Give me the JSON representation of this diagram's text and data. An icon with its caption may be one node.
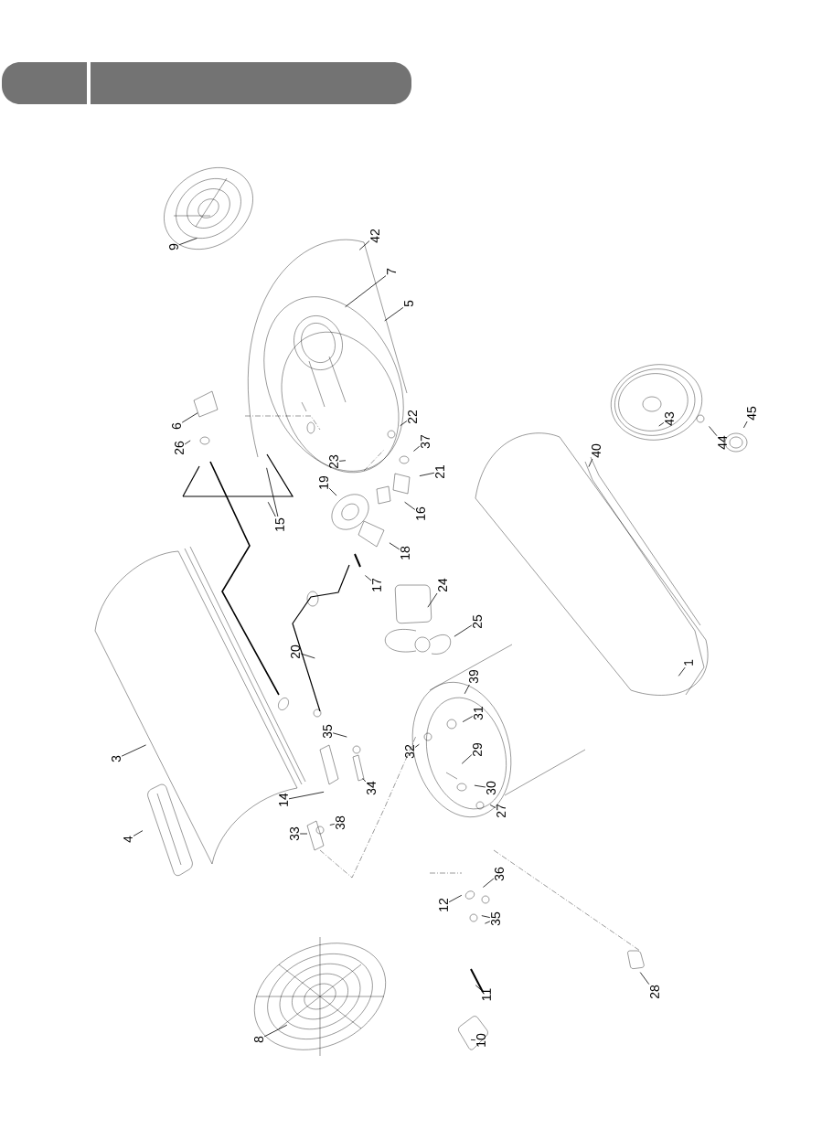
{
  "diagram": {
    "nodes": [
      {
        "text": [
          "9"
        ]
      },
      {
        "text": [
          "42"
        ]
      },
      {
        "text": [
          "7"
        ]
      },
      {
        "text": [
          "5"
        ]
      },
      {
        "text": [
          "6"
        ]
      },
      {
        "text": [
          "26"
        ]
      },
      {
        "text": [
          "23"
        ]
      },
      {
        "text": [
          "22"
        ]
      },
      {
        "text": [
          "37"
        ]
      },
      {
        "text": [
          "21"
        ]
      },
      {
        "text": [
          "19"
        ]
      },
      {
        "text": [
          "15"
        ]
      },
      {
        "text": [
          "16"
        ]
      },
      {
        "text": [
          "43"
        ]
      },
      {
        "text": [
          "44"
        ]
      },
      {
        "text": [
          "45"
        ]
      },
      {
        "text": [
          "40"
        ]
      },
      {
        "text": [
          "18"
        ]
      },
      {
        "text": [
          "17"
        ]
      },
      {
        "text": [
          "24"
        ]
      },
      {
        "text": [
          "25"
        ]
      },
      {
        "text": [
          "20"
        ]
      },
      {
        "text": [
          "39"
        ]
      },
      {
        "text": [
          "31"
        ]
      },
      {
        "text": [
          "3"
        ]
      },
      {
        "text": [
          "35"
        ]
      },
      {
        "text": [
          "29"
        ]
      },
      {
        "text": [
          "32"
        ]
      },
      {
        "text": [
          "14"
        ]
      },
      {
        "text": [
          "34"
        ]
      },
      {
        "text": [
          "30"
        ]
      },
      {
        "text": [
          "27"
        ]
      },
      {
        "text": [
          "38"
        ]
      },
      {
        "text": [
          "33"
        ]
      },
      {
        "text": [
          "4"
        ]
      },
      {
        "text": [
          "36"
        ]
      },
      {
        "text": [
          "12"
        ]
      },
      {
        "text": [
          "35"
        ]
      },
      {
        "text": [
          "28"
        ]
      },
      {
        "text": [
          "11"
        ]
      },
      {
        "text": [
          "10"
        ]
      },
      {
        "text": [
          "8"
        ]
      },
      {
        "text": [
          "1"
        ]
      }
    ],
    "edges": [
      {
        "from": 0,
        "to": null,
        "arrow": "none"
      },
      {
        "from": 1,
        "to": null,
        "arrow": "none"
      },
      {
        "from": 2,
        "to": null,
        "arrow": "none"
      },
      {
        "from": 3,
        "to": null,
        "arrow": "none"
      },
      {
        "from": 4,
        "to": null,
        "arrow": "none"
      },
      {
        "from": 5,
        "to": null,
        "arrow": "none"
      },
      {
        "from": 6,
        "to": null,
        "arrow": "none"
      },
      {
        "from": 7,
        "to": null,
        "arrow": "none"
      },
      {
        "from": 8,
        "to": null,
        "arrow": "none"
      },
      {
        "from": 9,
        "to": null,
        "arrow": "none"
      },
      {
        "from": 10,
        "to": null,
        "arrow": "none"
      },
      {
        "from": 11,
        "to": null,
        "arrow": "none"
      },
      {
        "from": 11,
        "to": null,
        "arrow": "none"
      },
      {
        "from": 12,
        "to": null,
        "arrow": "none"
      },
      {
        "from": 13,
        "to": null,
        "arrow": "none"
      },
      {
        "from": 14,
        "to": null,
        "arrow": "none"
      },
      {
        "from": 15,
        "to": null,
        "arrow": "none"
      },
      {
        "from": 16,
        "to": null,
        "arrow": "none"
      },
      {
        "from": 17,
        "to": null,
        "arrow": "none"
      },
      {
        "from": 18,
        "to": null,
        "arrow": "none"
      },
      {
        "from": 19,
        "to": null,
        "arrow": "none"
      },
      {
        "from": 20,
        "to": null,
        "arrow": "none"
      },
      {
        "from": 21,
        "to": null,
        "arrow": "none"
      },
      {
        "from": 22,
        "to": null,
        "arrow": "none"
      },
      {
        "from": 23,
        "to": null,
        "arrow": "none"
      },
      {
        "from": 24,
        "to": null,
        "arrow": "none"
      },
      {
        "from": 25,
        "to": null,
        "arrow": "none"
      },
      {
        "from": 26,
        "to": null,
        "arrow": "none"
      },
      {
        "from": 27,
        "to": null,
        "arrow": "none"
      },
      {
        "from": 28,
        "to": null,
        "arrow": "none"
      },
      {
        "from": 29,
        "to": null,
        "arrow": "none"
      },
      {
        "from": 30,
        "to": null,
        "arrow": "none"
      },
      {
        "from": 31,
        "to": null,
        "arrow": "none"
      },
      {
        "from": 32,
        "to": null,
        "arrow": "none"
      },
      {
        "from": 33,
        "to": null,
        "arrow": "none"
      },
      {
        "from": 34,
        "to": null,
        "arrow": "none"
      },
      {
        "from": 35,
        "to": null,
        "arrow": "none"
      },
      {
        "from": 36,
        "to": null,
        "arrow": "none"
      },
      {
        "from": 37,
        "to": null,
        "arrow": "none"
      },
      {
        "from": 37,
        "to": null,
        "arrow": "none"
      },
      {
        "from": 38,
        "to": null,
        "arrow": "none"
      },
      {
        "from": 39,
        "to": null,
        "arrow": "none"
      },
      {
        "from": 40,
        "to": null,
        "arrow": "none"
      },
      {
        "from": 41,
        "to": null,
        "arrow": "none"
      },
      {
        "from": 42,
        "to": null,
        "arrow": "none"
      }
    ]
  }
}
